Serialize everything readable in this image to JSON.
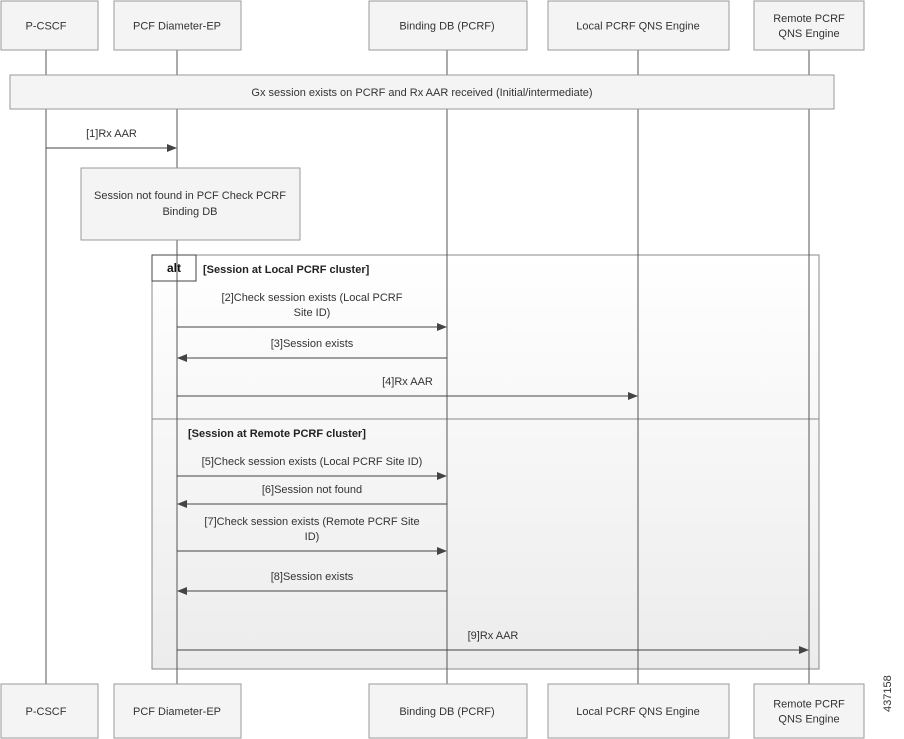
{
  "participants": [
    {
      "id": "pcscf",
      "label": [
        "P-CSCF"
      ]
    },
    {
      "id": "pcf",
      "label": [
        "PCF Diameter-EP"
      ]
    },
    {
      "id": "binding",
      "label": [
        "Binding DB (PCRF)"
      ]
    },
    {
      "id": "local",
      "label": [
        "Local PCRF QNS Engine"
      ]
    },
    {
      "id": "remote",
      "label": [
        "Remote PCRF",
        "QNS Engine"
      ]
    }
  ],
  "banner": "Gx session exists on PCRF and Rx AAR received (Initial/intermediate)",
  "note": [
    "Session not found in PCF Check PCRF",
    "Binding DB"
  ],
  "alt": {
    "keyword": "alt",
    "guards": [
      "[Session at Local PCRF cluster]",
      "[Session at Remote PCRF cluster]"
    ]
  },
  "messages": [
    {
      "from": "pcscf",
      "to": "pcf",
      "label": [
        "[1]Rx AAR"
      ]
    },
    {
      "from": "pcf",
      "to": "binding",
      "label": [
        "[2]Check session exists (Local PCRF",
        "Site ID)"
      ]
    },
    {
      "from": "binding",
      "to": "pcf",
      "label": [
        "[3]Session exists"
      ]
    },
    {
      "from": "pcf",
      "to": "local",
      "label": [
        "[4]Rx AAR"
      ]
    },
    {
      "from": "pcf",
      "to": "binding",
      "label": [
        "[5]Check session exists (Local PCRF Site ID)"
      ]
    },
    {
      "from": "binding",
      "to": "pcf",
      "label": [
        "[6]Session not found"
      ]
    },
    {
      "from": "pcf",
      "to": "binding",
      "label": [
        "[7]Check session exists (Remote PCRF Site",
        "ID)"
      ]
    },
    {
      "from": "binding",
      "to": "pcf",
      "label": [
        "[8]Session exists"
      ]
    },
    {
      "from": "pcf",
      "to": "remote",
      "label": [
        "[9]Rx AAR"
      ]
    }
  ],
  "figure_id": "437158",
  "colors": {
    "box_fill": "#f4f4f4",
    "box_stroke": "#9a9a9a",
    "line": "#444444",
    "frame_fill": "#f2f2f2"
  }
}
